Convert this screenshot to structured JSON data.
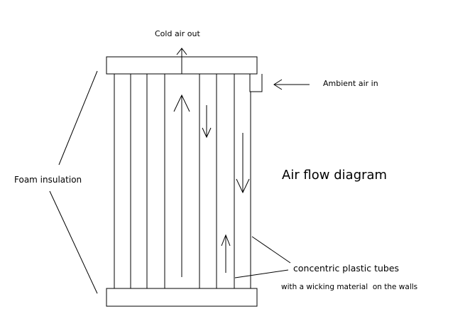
{
  "labels": {
    "cold_air_out": "Cold air out",
    "ambient_air_in": "Ambient air in",
    "foam_insulation": "Foam insulation",
    "title": "Air flow diagram",
    "tubes_line1": "concentric plastic tubes",
    "tubes_line2": "with a wicking material  on the walls"
  },
  "colors": {
    "stroke": "#000000",
    "background": "#ffffff"
  }
}
